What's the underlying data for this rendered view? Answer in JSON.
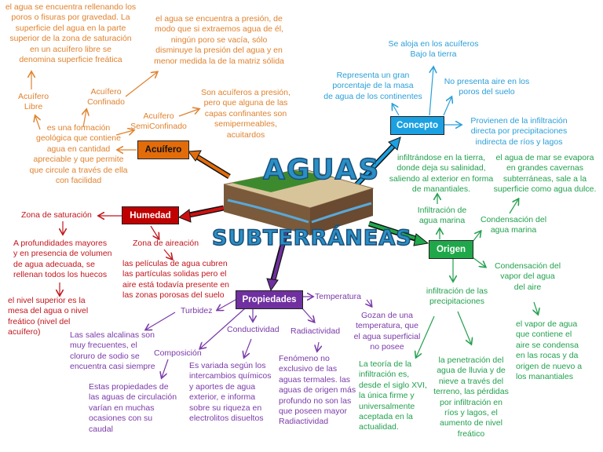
{
  "center": {
    "title_line1": "AGUAS",
    "title_line2": "SUBTERRÁNEAS"
  },
  "acuifero": {
    "box": "Acuífero",
    "definition": "es una formación\ngeológica que contiene\nagua en cantidad\napreciable y que permite\nque circule a través de ella\ncon facilidad",
    "libre": "Acuífero\nLibre",
    "libre_desc": "el agua se encuentra rellenando los\nporos o fisuras por gravedad. La\nsuperficie del agua en la parte\nsuperior de la zona de saturación\nen un acuífero libre se\ndenomina superficie freática",
    "confinado": "Acuífero\nConfinado",
    "confinado_desc": "el agua se encuentra a presión, de\nmodo que si extraemos agua de él,\nningún poro se vacía, sólo\ndisminuye la presión del agua y en\nmenor medida la de la matriz sólida",
    "semiconfinado": "Acuífero\nSemiConfinado",
    "semiconfinado_desc": "Son acuíferos a presión,\npero que alguna de las\ncapas confinantes son\nsemipermeables,\nacuitardos"
  },
  "humedad": {
    "box": "Humedad",
    "saturacion": "Zona de saturación",
    "saturacion_desc": "A profundidades mayores\ny en presencia de volumen\nde agua adecuada, se\nrellenan todos los huecos",
    "saturacion_desc2": "el nivel superior es la\nmesa del agua o nivel\nfreático (nivel del\nacuífero)",
    "aireacion": "Zona de aireación",
    "aireacion_desc": "las películas de agua cubren\nlas partículas solidas pero el\naire está todavía presente en\nlas zonas porosas del suelo"
  },
  "propiedades": {
    "box": "Propiedades",
    "temperatura": "Temperatura",
    "temperatura_desc": "Gozan de una\ntemperatura, que\nel agua superficial\nno posee",
    "turbidez": "Turbidez",
    "turbidez_desc": "Las sales alcalinas son\nmuy frecuentes, el\ncloruro de sodio se\nencuentra casi siempre",
    "conductividad": "Conductividad",
    "conductividad_desc": "Es variada según los\nintercambios químicos\ny aportes de agua\nexterior, e informa\nsobre su riqueza en\nelectrolitos disueltos",
    "radiactividad": "Radiactividad",
    "radiactividad_desc": "Fenómeno no\nexclusivo de las\naguas termales. las\naguas de origen más\nprofundo no son las\nque poseen mayor\nRadiactividad",
    "composicion": "Composición",
    "composicion_desc": "Estas propiedades de\nlas aguas de circulación\nvarían en muchas\nocasiones con su\ncaudal"
  },
  "concepto": {
    "box": "Concepto",
    "items": [
      "Se aloja en los acuíferos\nBajo la tierra",
      "Representa un gran\nporcentaje de la masa\nde agua de los continentes",
      "No presenta aire en los\nporos del suelo",
      "Provienen de la infiltración\ndirecta por precipitaciones\nindirecta de ríos y lagos"
    ]
  },
  "origen": {
    "box": "Origen",
    "infiltracion_marina": "Infiltración de\nagua marina",
    "infiltracion_marina_desc": "infiltrándose en la tierra,\ndonde deja su salinidad,\nsaliendo al exterior en forma\nde manantiales.",
    "condensacion_marina": "Condensación del\nagua marina",
    "condensacion_marina_desc": "el agua de mar se evapora\nen grandes cavernas\nsubterráneas, sale a la\nsuperficie como agua dulce.",
    "condensacion_vapor": "Condensación  del\nvapor del agua\ndel aire",
    "condensacion_vapor_desc": "el vapor de agua\nque contiene el\naire se condensa\nen las rocas y da\norigen de nuevo a\nlos manantiales",
    "infiltracion_precip": "infiltración de las\nprecipitaciones",
    "teoria": "La teoría de la\ninfiltración es,\ndesde el siglo XVI,\nla única firme y\nuniversalmente\naceptada en la\nactualidad.",
    "penetracion": "la penetración del\nagua de lluvia y de\nnieve a través del\nterreno, las pérdidas\npor infiltración en\nríos y lagos, el\naumento de nivel\nfreático"
  },
  "colors": {
    "acuifero": "#e36c0a",
    "humedad": "#c00000",
    "propiedades": "#7030a0",
    "concepto": "#1ba1e2",
    "origen": "#1fa84a"
  }
}
